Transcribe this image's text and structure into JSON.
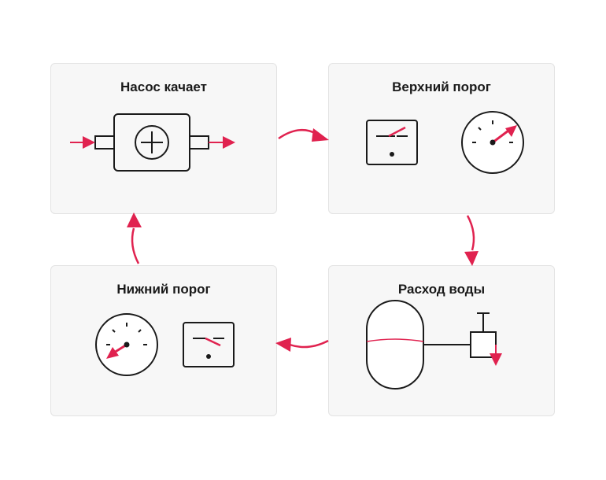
{
  "colors": {
    "accent": "#e0224f",
    "stroke": "#1a1a1a",
    "panel_bg": "#f7f7f7",
    "panel_border": "#e3e3e3"
  },
  "steps": [
    {
      "title": "Насос качает",
      "icon": "pump-icon"
    },
    {
      "title": "Верхний порог",
      "icon": "pressure-switch-high-icon"
    },
    {
      "title": "Расход воды",
      "icon": "tank-and-valve-icon"
    },
    {
      "title": "Нижний порог",
      "icon": "pressure-switch-low-icon"
    }
  ],
  "flow": [
    "step-1-to-2",
    "step-2-to-3",
    "step-3-to-4",
    "step-4-to-1"
  ]
}
